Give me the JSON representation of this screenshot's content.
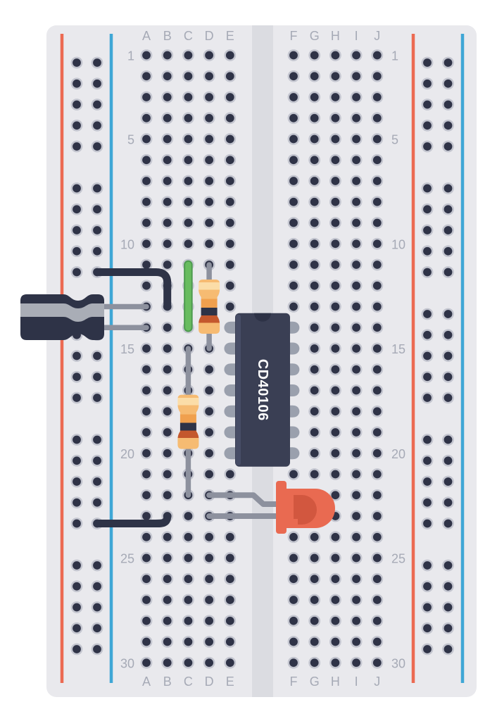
{
  "diagram": {
    "type": "breadboard-circuit",
    "board": {
      "column_labels_left": [
        "A",
        "B",
        "C",
        "D",
        "E"
      ],
      "column_labels_right": [
        "F",
        "G",
        "H",
        "I",
        "J"
      ],
      "row_count": 30,
      "row_numbers_labeled": [
        1,
        5,
        10,
        15,
        20,
        25,
        30
      ],
      "rail_groups": 5,
      "rail_holes_per_group": 5,
      "rail_columns_per_side": 2
    },
    "components": {
      "capacitor": {
        "name": "electrolytic-capacitor",
        "lead1": "A13",
        "lead2": "A14"
      },
      "jumper_wires": [
        {
          "name": "jumper-wire-power-top",
          "style": "dark",
          "from_rail": {
            "side": "left",
            "column": 2,
            "group": 2,
            "hole": 5
          },
          "to": "B13"
        },
        {
          "name": "jumper-wire-green",
          "style": "green",
          "from": "C11",
          "to": "C14"
        },
        {
          "name": "jumper-wire-power-bottom",
          "style": "dark",
          "from_rail": {
            "side": "left",
            "column": 2,
            "group": 4,
            "hole": 5
          },
          "to": "B23"
        }
      ],
      "resistors": [
        {
          "name": "resistor-1",
          "lead_top": "D11",
          "lead_bottom": "D15"
        },
        {
          "name": "resistor-2",
          "lead_top": "C15",
          "lead_bottom": "C22"
        }
      ],
      "ic": {
        "name": "ic-cd40106",
        "label": "CD40106",
        "pin_count": 14,
        "left_pin_column": "E",
        "right_pin_column": "F",
        "top_pin_row": 14,
        "bottom_pin_row": 20
      },
      "led": {
        "name": "led-red",
        "lead1": "D22",
        "lead2": "D23"
      }
    },
    "colors": {
      "page_bg": "#ffffff",
      "board": "#e9e9ed",
      "channel": "#dbdce1",
      "hole_ring": "#c3c5cf",
      "hole_center": "#2f3347",
      "rail_red": "#ec6a52",
      "rail_blue": "#3fa7d6",
      "label_text": "#a6aab6",
      "wire_dark": "#2e3347",
      "wire_green": "#68bc5f",
      "wire_green_edge": "#4c9a4e",
      "lead": "#8d919e",
      "resistor_tan": "#f6bb72",
      "resistor_cream": "#fbdda8",
      "resistor_orange": "#f0a04e",
      "resistor_navy": "#2e3347",
      "resistor_rust": "#c4582d",
      "ic_body": "#3a3f54",
      "ic_edge_highlight": "#474d66",
      "ic_notch": "#2d3246",
      "ic_pin": "#9aa0ad",
      "ic_label_text": "#ffffff",
      "led_body": "#e96a51",
      "led_inner": "#d2573f",
      "cap_body": "#2e3347",
      "cap_stripe": "#a9adb6"
    }
  }
}
